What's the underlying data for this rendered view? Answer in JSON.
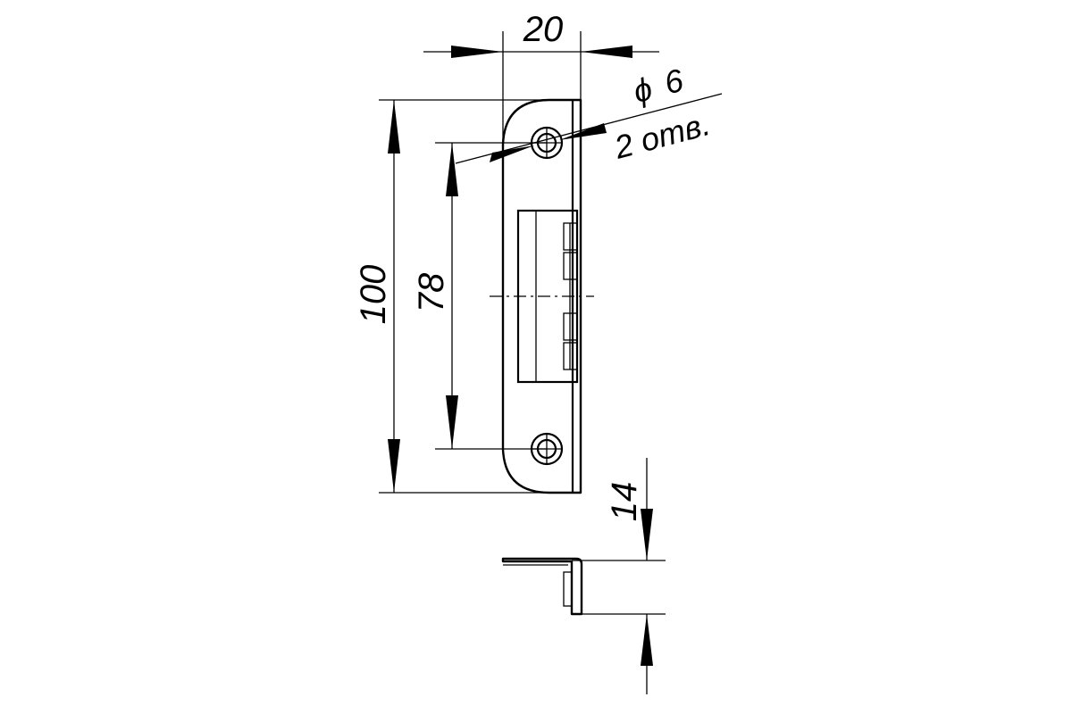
{
  "drawing": {
    "dimensions": {
      "width": "20",
      "height_total": "100",
      "hole_spacing": "78",
      "depth": "14",
      "hole_diameter_symbol": "ϕ",
      "hole_diameter": "6",
      "hole_count_note": "2 отв."
    }
  }
}
